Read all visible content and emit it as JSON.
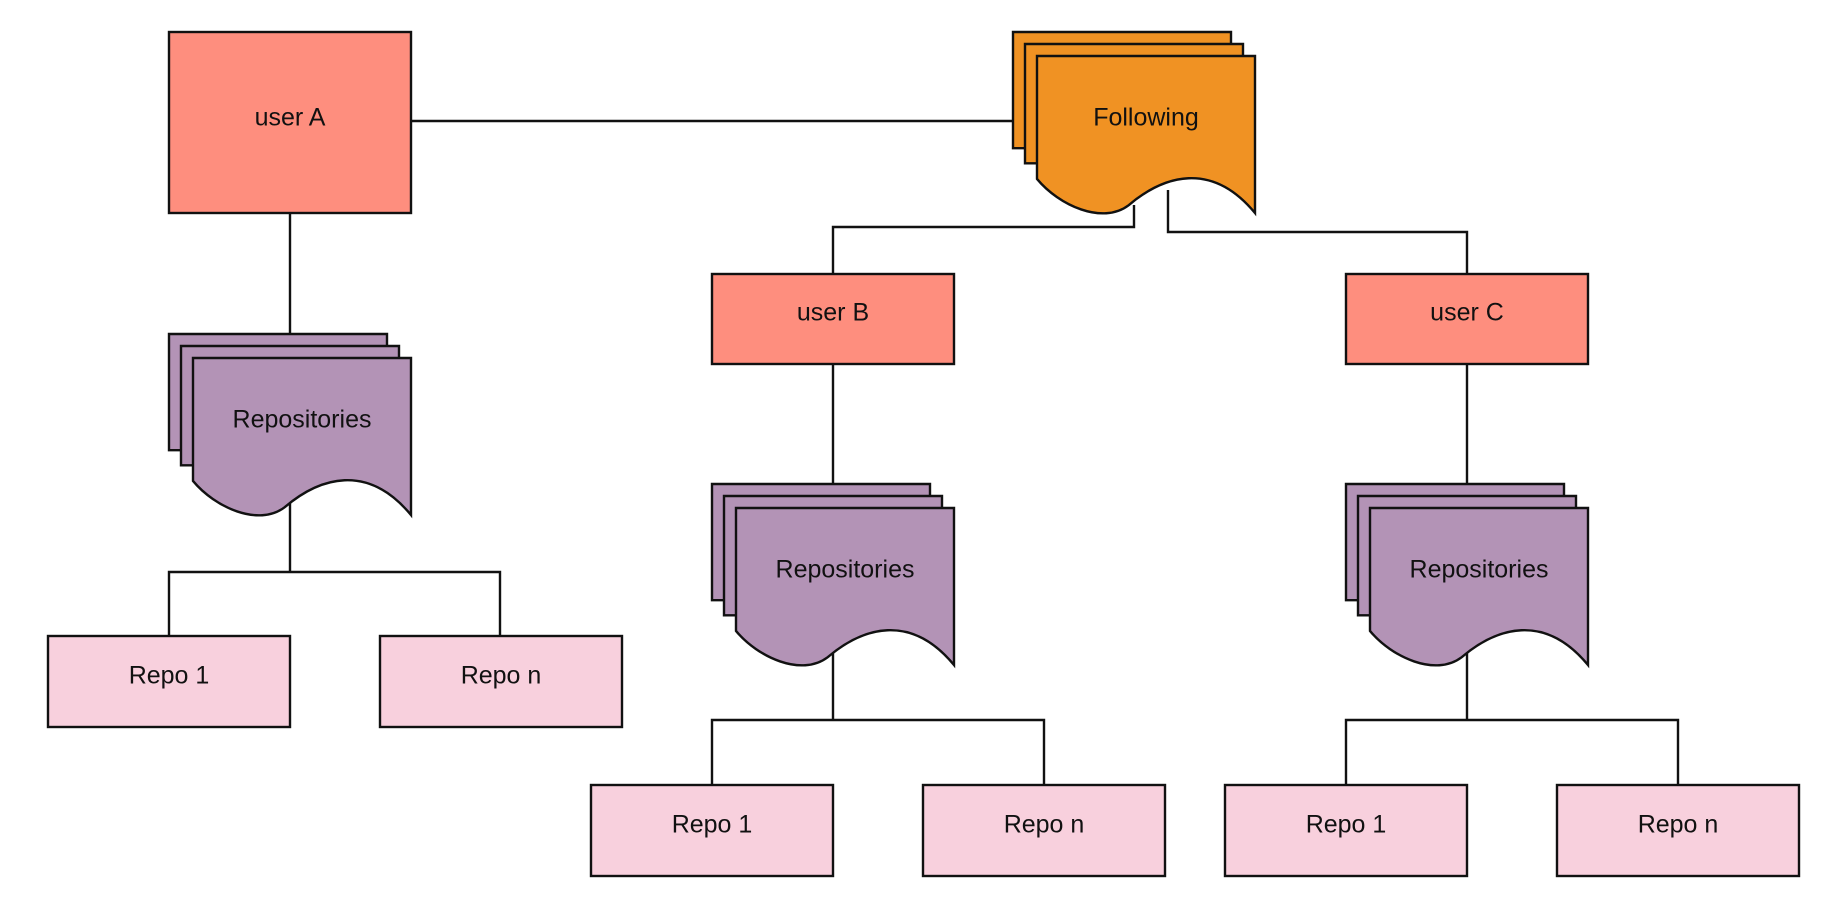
{
  "colors": {
    "user": "#fe8e7e",
    "following": "#f09223",
    "repositories": "#b393b6",
    "repo": "#f8d0dd",
    "stroke": "#111111"
  },
  "nodes": {
    "user_a": "user A",
    "following": "Following",
    "user_b": "user B",
    "user_c": "user C",
    "repos_a": "Repositories",
    "repos_b": "Repositories",
    "repos_c": "Repositories",
    "repo_a1": "Repo 1",
    "repo_an": "Repo n",
    "repo_b1": "Repo 1",
    "repo_bn": "Repo n",
    "repo_c1": "Repo 1",
    "repo_cn": "Repo n"
  }
}
